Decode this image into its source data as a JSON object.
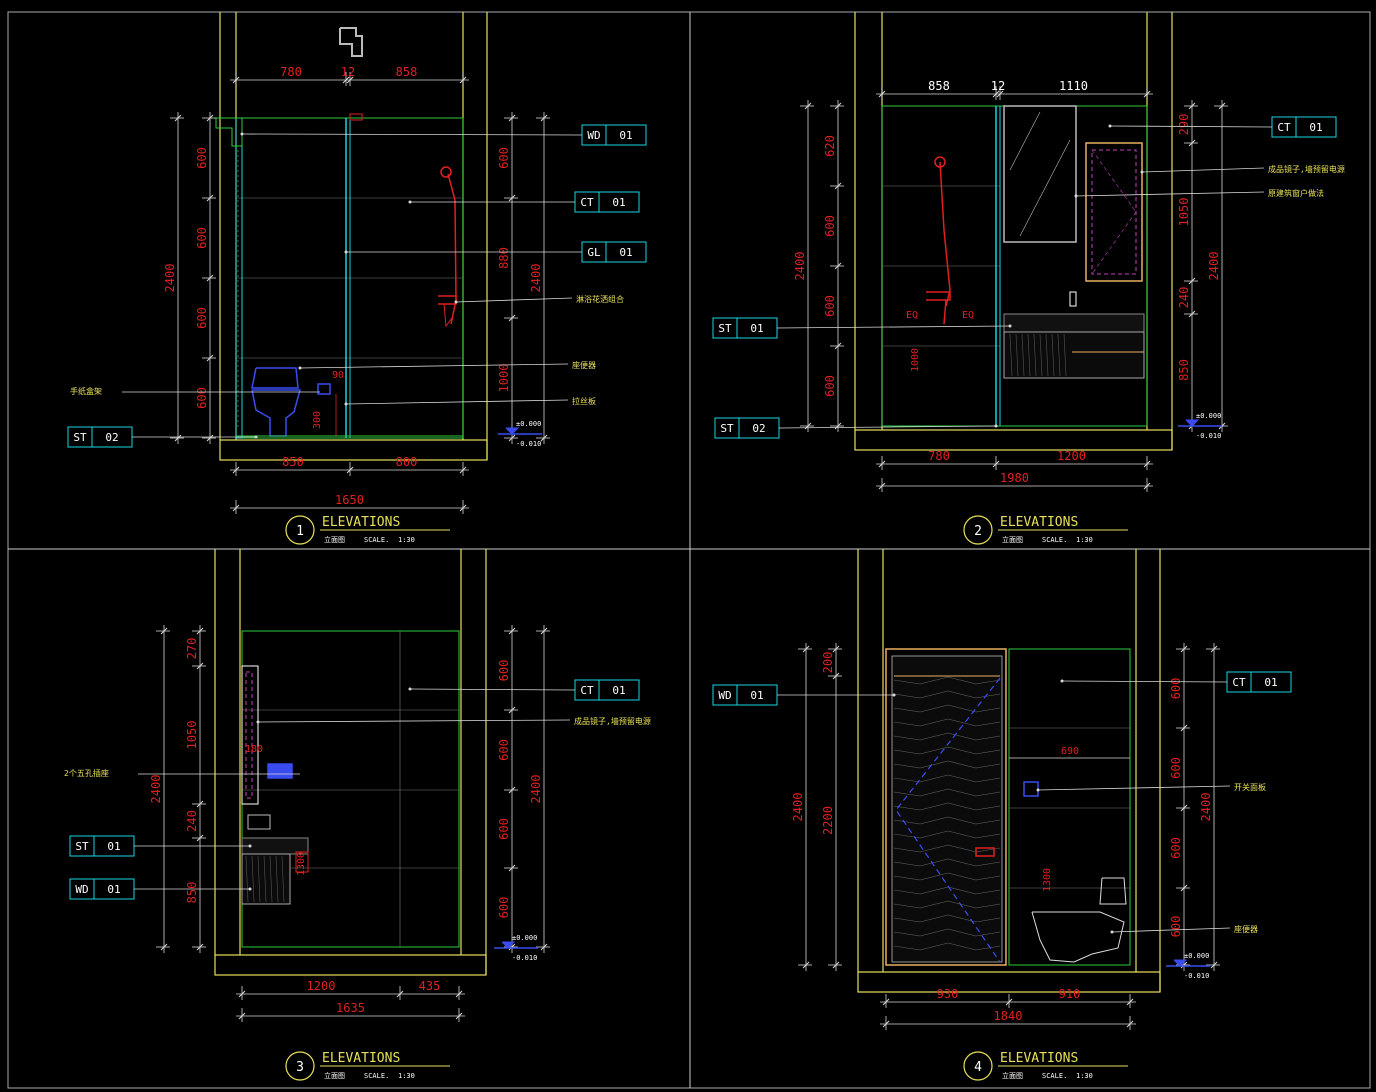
{
  "colors": {
    "background": "#000000",
    "wall": "#e8e05a",
    "tile": "#2ecc40",
    "dimension": "#e02020",
    "leader": "#d8d8d8",
    "tag": "#19d6e0",
    "note": "#e8e05a",
    "fixture": "#3a4cf0",
    "frame": "#ffffff"
  },
  "tag_ids": {
    "p1_wd": [
      "WD",
      "01"
    ],
    "p1_ct": [
      "CT",
      "01"
    ],
    "p1_gl": [
      "GL",
      "01"
    ],
    "p1_st": [
      "ST",
      "02"
    ],
    "p2_ct": [
      "CT",
      "01"
    ],
    "p2_st1": [
      "ST",
      "01"
    ],
    "p2_st2": [
      "ST",
      "02"
    ],
    "p3_ct": [
      "CT",
      "01"
    ],
    "p3_st": [
      "ST",
      "01"
    ],
    "p3_wd": [
      "WD",
      "01"
    ],
    "p4_wd": [
      "WD",
      "01"
    ],
    "p4_ct": [
      "CT",
      "01"
    ]
  },
  "panels": [
    {
      "number": "1",
      "title": "ELEVATIONS",
      "subtitle": "立面图",
      "scale_label": "SCALE.",
      "scale_value": "1:30",
      "top_dims": [
        "780",
        "12",
        "858"
      ],
      "bottom_dims": [
        "850",
        "800"
      ],
      "total_dim": "1650",
      "left_dims": [
        "600",
        "600",
        "600",
        "600"
      ],
      "left_total": "2400",
      "right_dims": [
        "600",
        "880",
        "1000"
      ],
      "right_total": "2400",
      "inner_dims": [
        "90",
        "300"
      ],
      "notes": [
        "淋浴花洒组合",
        "座便器",
        "拉丝板",
        "手纸盒架"
      ],
      "level_labels": [
        "±0.000",
        "-0.010"
      ]
    },
    {
      "number": "2",
      "title": "ELEVATIONS",
      "subtitle": "立面图",
      "scale_label": "SCALE.",
      "scale_value": "1:30",
      "top_dims": [
        "858",
        "12",
        "1110"
      ],
      "bottom_dims": [
        "780",
        "1200"
      ],
      "total_dim": "1980",
      "left_dims": [
        "620",
        "600",
        "600",
        "600"
      ],
      "left_total": "2400",
      "right_dims": [
        "290",
        "1050",
        "240",
        "850"
      ],
      "right_total": "2400",
      "inner_dims": [
        "1000"
      ],
      "eq_labels": [
        "EQ",
        "EQ"
      ],
      "notes": [
        "成品镜子,墙预留电源",
        "原建筑窗户做法"
      ],
      "level_labels": [
        "±0.000",
        "-0.010"
      ]
    },
    {
      "number": "3",
      "title": "ELEVATIONS",
      "subtitle": "立面图",
      "scale_label": "SCALE.",
      "scale_value": "1:30",
      "bottom_dims": [
        "1200",
        "435"
      ],
      "total_dim": "1635",
      "left_dims": [
        "270",
        "1050",
        "240",
        "850"
      ],
      "left_total": "2400",
      "right_dims": [
        "600",
        "600",
        "600",
        "600"
      ],
      "right_total": "2400",
      "inner_dims": [
        "180",
        "1300"
      ],
      "notes": [
        "成品镜子,墙预留电源",
        "2个五孔插座"
      ],
      "level_labels": [
        "±0.000",
        "-0.010"
      ]
    },
    {
      "number": "4",
      "title": "ELEVATIONS",
      "subtitle": "立面图",
      "scale_label": "SCALE.",
      "scale_value": "1:30",
      "bottom_dims": [
        "930",
        "910"
      ],
      "total_dim": "1840",
      "left_dims": [
        "200",
        "2200"
      ],
      "left_total": "2400",
      "right_dims": [
        "600",
        "600",
        "600",
        "600"
      ],
      "right_total": "2400",
      "inner_dims": [
        "690",
        "1300"
      ],
      "notes": [
        "开关面板",
        "座便器"
      ],
      "level_labels": [
        "±0.000",
        "-0.010"
      ]
    }
  ]
}
